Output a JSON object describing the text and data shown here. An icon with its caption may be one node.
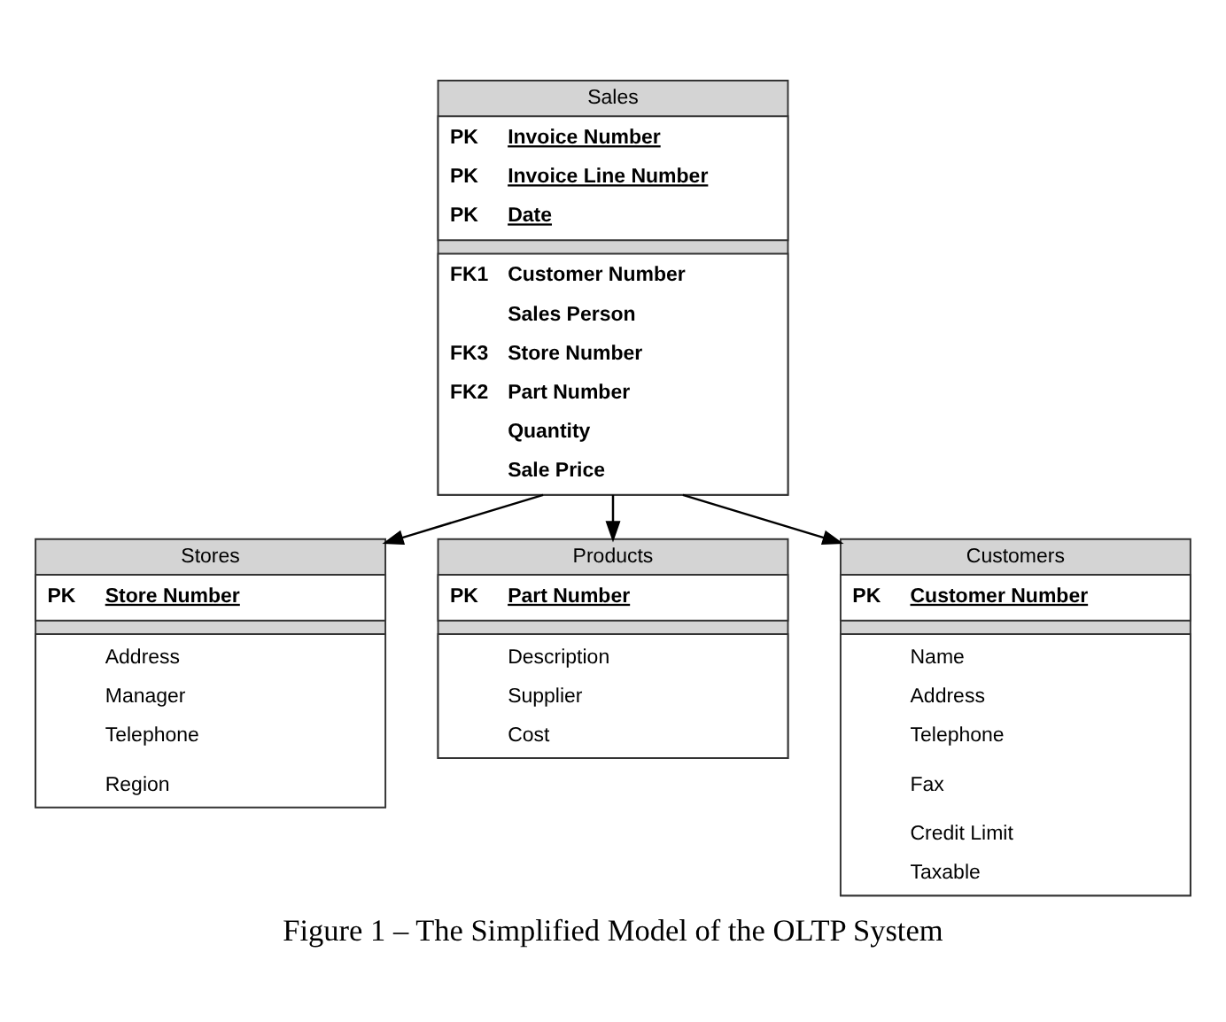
{
  "diagram": {
    "caption": "Figure 1 – The Simplified Model of the OLTP System",
    "nodes": [
      {
        "text": [
          "Sales"
        ]
      },
      {
        "text": [],
        "shape": "box",
        "in": 0
      },
      {
        "text": [
          "PK",
          "Invoice Number"
        ],
        "in": 1
      },
      {
        "text": [
          "PK",
          "Invoice Line Number"
        ],
        "in": 1
      },
      {
        "text": [
          "PK",
          "Date"
        ],
        "in": 1
      },
      {
        "text": [],
        "shape": "box",
        "in": 0
      },
      {
        "text": [
          "FK1",
          "Customer Number"
        ],
        "in": 5
      },
      {
        "text": [
          "Sales Person"
        ],
        "in": 5
      },
      {
        "text": [
          "FK3",
          "Store Number"
        ],
        "in": 5
      },
      {
        "text": [
          "FK2",
          "Part Number"
        ],
        "in": 5
      },
      {
        "text": [
          "Quantity"
        ],
        "in": 5
      },
      {
        "text": [
          "Sale Price"
        ],
        "in": 5
      },
      {
        "text": [
          "Stores"
        ]
      },
      {
        "text": [],
        "shape": "box",
        "in": 12
      },
      {
        "text": [
          "PK",
          "Store Number"
        ],
        "in": 13
      },
      {
        "text": [],
        "shape": "box",
        "in": 12
      },
      {
        "text": [
          "Address"
        ],
        "in": 15
      },
      {
        "text": [
          "Manager"
        ],
        "in": 15
      },
      {
        "text": [
          "Telephone"
        ],
        "in": 15
      },
      {
        "text": [
          "Region"
        ],
        "in": 15
      },
      {
        "text": [
          "Products"
        ]
      },
      {
        "text": [],
        "shape": "box",
        "in": 20
      },
      {
        "text": [
          "PK",
          "Part Number"
        ],
        "in": 21
      },
      {
        "text": [],
        "shape": "box",
        "in": 20
      },
      {
        "text": [
          "Description"
        ],
        "in": 23
      },
      {
        "text": [
          "Supplier"
        ],
        "in": 23
      },
      {
        "text": [
          "Cost"
        ],
        "in": 23
      },
      {
        "text": [
          "Customers"
        ]
      },
      {
        "text": [],
        "shape": "box",
        "in": 27
      },
      {
        "text": [
          "PK",
          "Customer Number"
        ],
        "in": 28
      },
      {
        "text": [],
        "shape": "box",
        "in": 27
      },
      {
        "text": [
          "Name"
        ],
        "in": 30
      },
      {
        "text": [
          "Address"
        ],
        "in": 30
      },
      {
        "text": [
          "Telephone"
        ],
        "in": 30
      },
      {
        "text": [
          "Fax"
        ],
        "in": 30
      },
      {
        "text": [
          "Credit Limit"
        ],
        "in": 30
      },
      {
        "text": [
          "Taxable"
        ],
        "in": 30
      }
    ],
    "edges": [
      {
        "from": 0,
        "to": 12,
        "arrow": "to"
      },
      {
        "from": 0,
        "to": 20,
        "arrow": "to"
      },
      {
        "from": 0,
        "to": 27,
        "arrow": "to"
      }
    ]
  }
}
